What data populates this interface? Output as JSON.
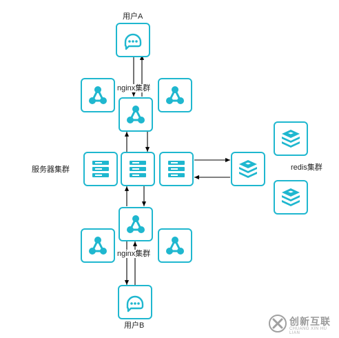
{
  "labels": {
    "user_a": "用户A",
    "user_b": "用户B",
    "nginx_top": "nginx集群",
    "nginx_bottom": "nginx集群",
    "servers": "服务器集群",
    "redis": "redis集群"
  },
  "watermark": {
    "cn": "创新互联",
    "en": "CHUANG XIN HU LIAN"
  },
  "icons": {
    "user": "chat-bubble-icon",
    "nginx": "cluster-nodes-icon",
    "server": "server-stack-icon",
    "redis": "redis-stack-icon"
  },
  "colors": {
    "accent": "#1fb7cf",
    "border": "#1fb7cf",
    "arrow": "#000000"
  }
}
